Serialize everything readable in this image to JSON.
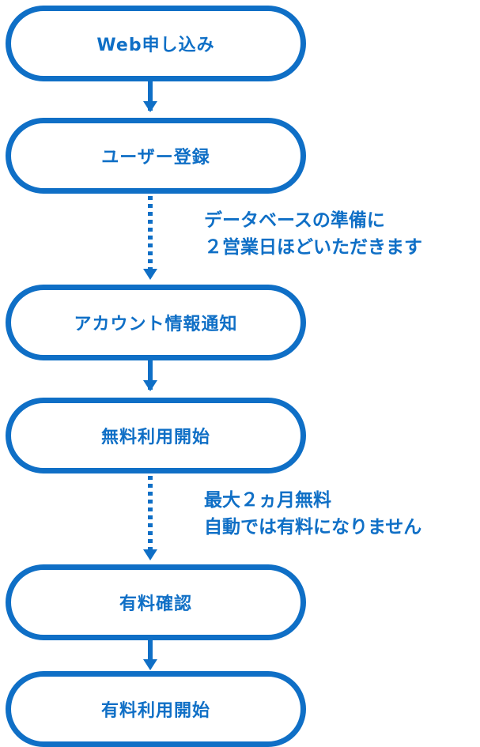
{
  "colors": {
    "accent": "#0f6fc6",
    "background": "#ffffff"
  },
  "steps": [
    {
      "label": "Web申し込み"
    },
    {
      "label": "ユーザー登録"
    },
    {
      "label": "アカウント情報通知"
    },
    {
      "label": "無料利用開始"
    },
    {
      "label": "有料確認"
    },
    {
      "label": "有料利用開始"
    }
  ],
  "connectors": [
    {
      "style": "solid"
    },
    {
      "style": "dotted"
    },
    {
      "style": "solid"
    },
    {
      "style": "dotted"
    },
    {
      "style": "solid"
    }
  ],
  "notes": [
    {
      "lines": [
        "データベースの準備に",
        "２営業日ほどいただきます"
      ]
    },
    {
      "lines": [
        "最大２ヵ月無料",
        "自動では有料になりません"
      ]
    }
  ]
}
